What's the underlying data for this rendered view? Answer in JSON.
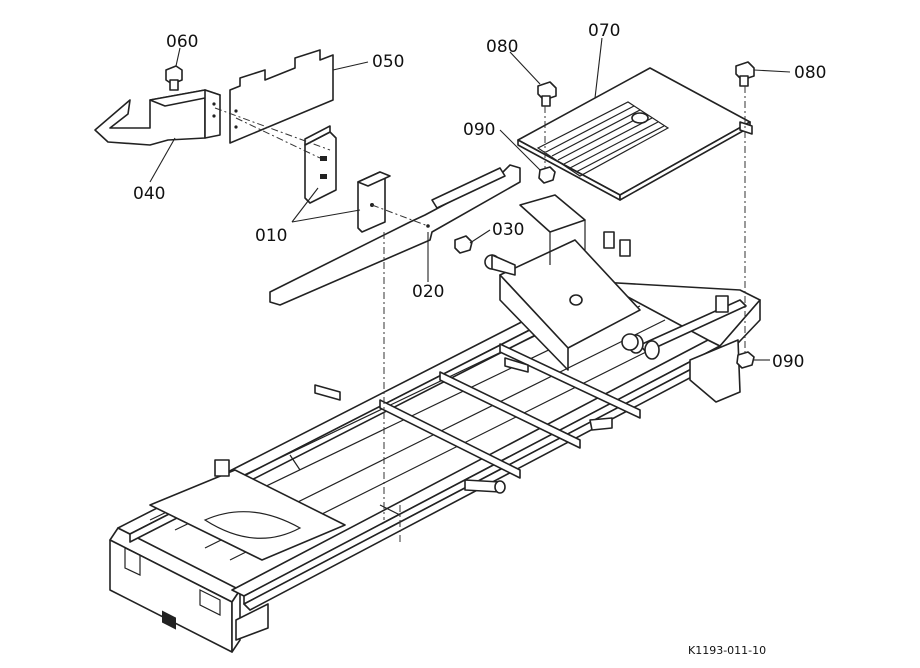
{
  "callouts": {
    "c060": "060",
    "c050": "050",
    "c040": "040",
    "c010": "010",
    "c020": "020",
    "c030": "030",
    "c070": "070",
    "c080_top": "080",
    "c080_right": "080",
    "c090_top": "090",
    "c090_right": "090"
  },
  "figure_id": "K1193-011-10"
}
